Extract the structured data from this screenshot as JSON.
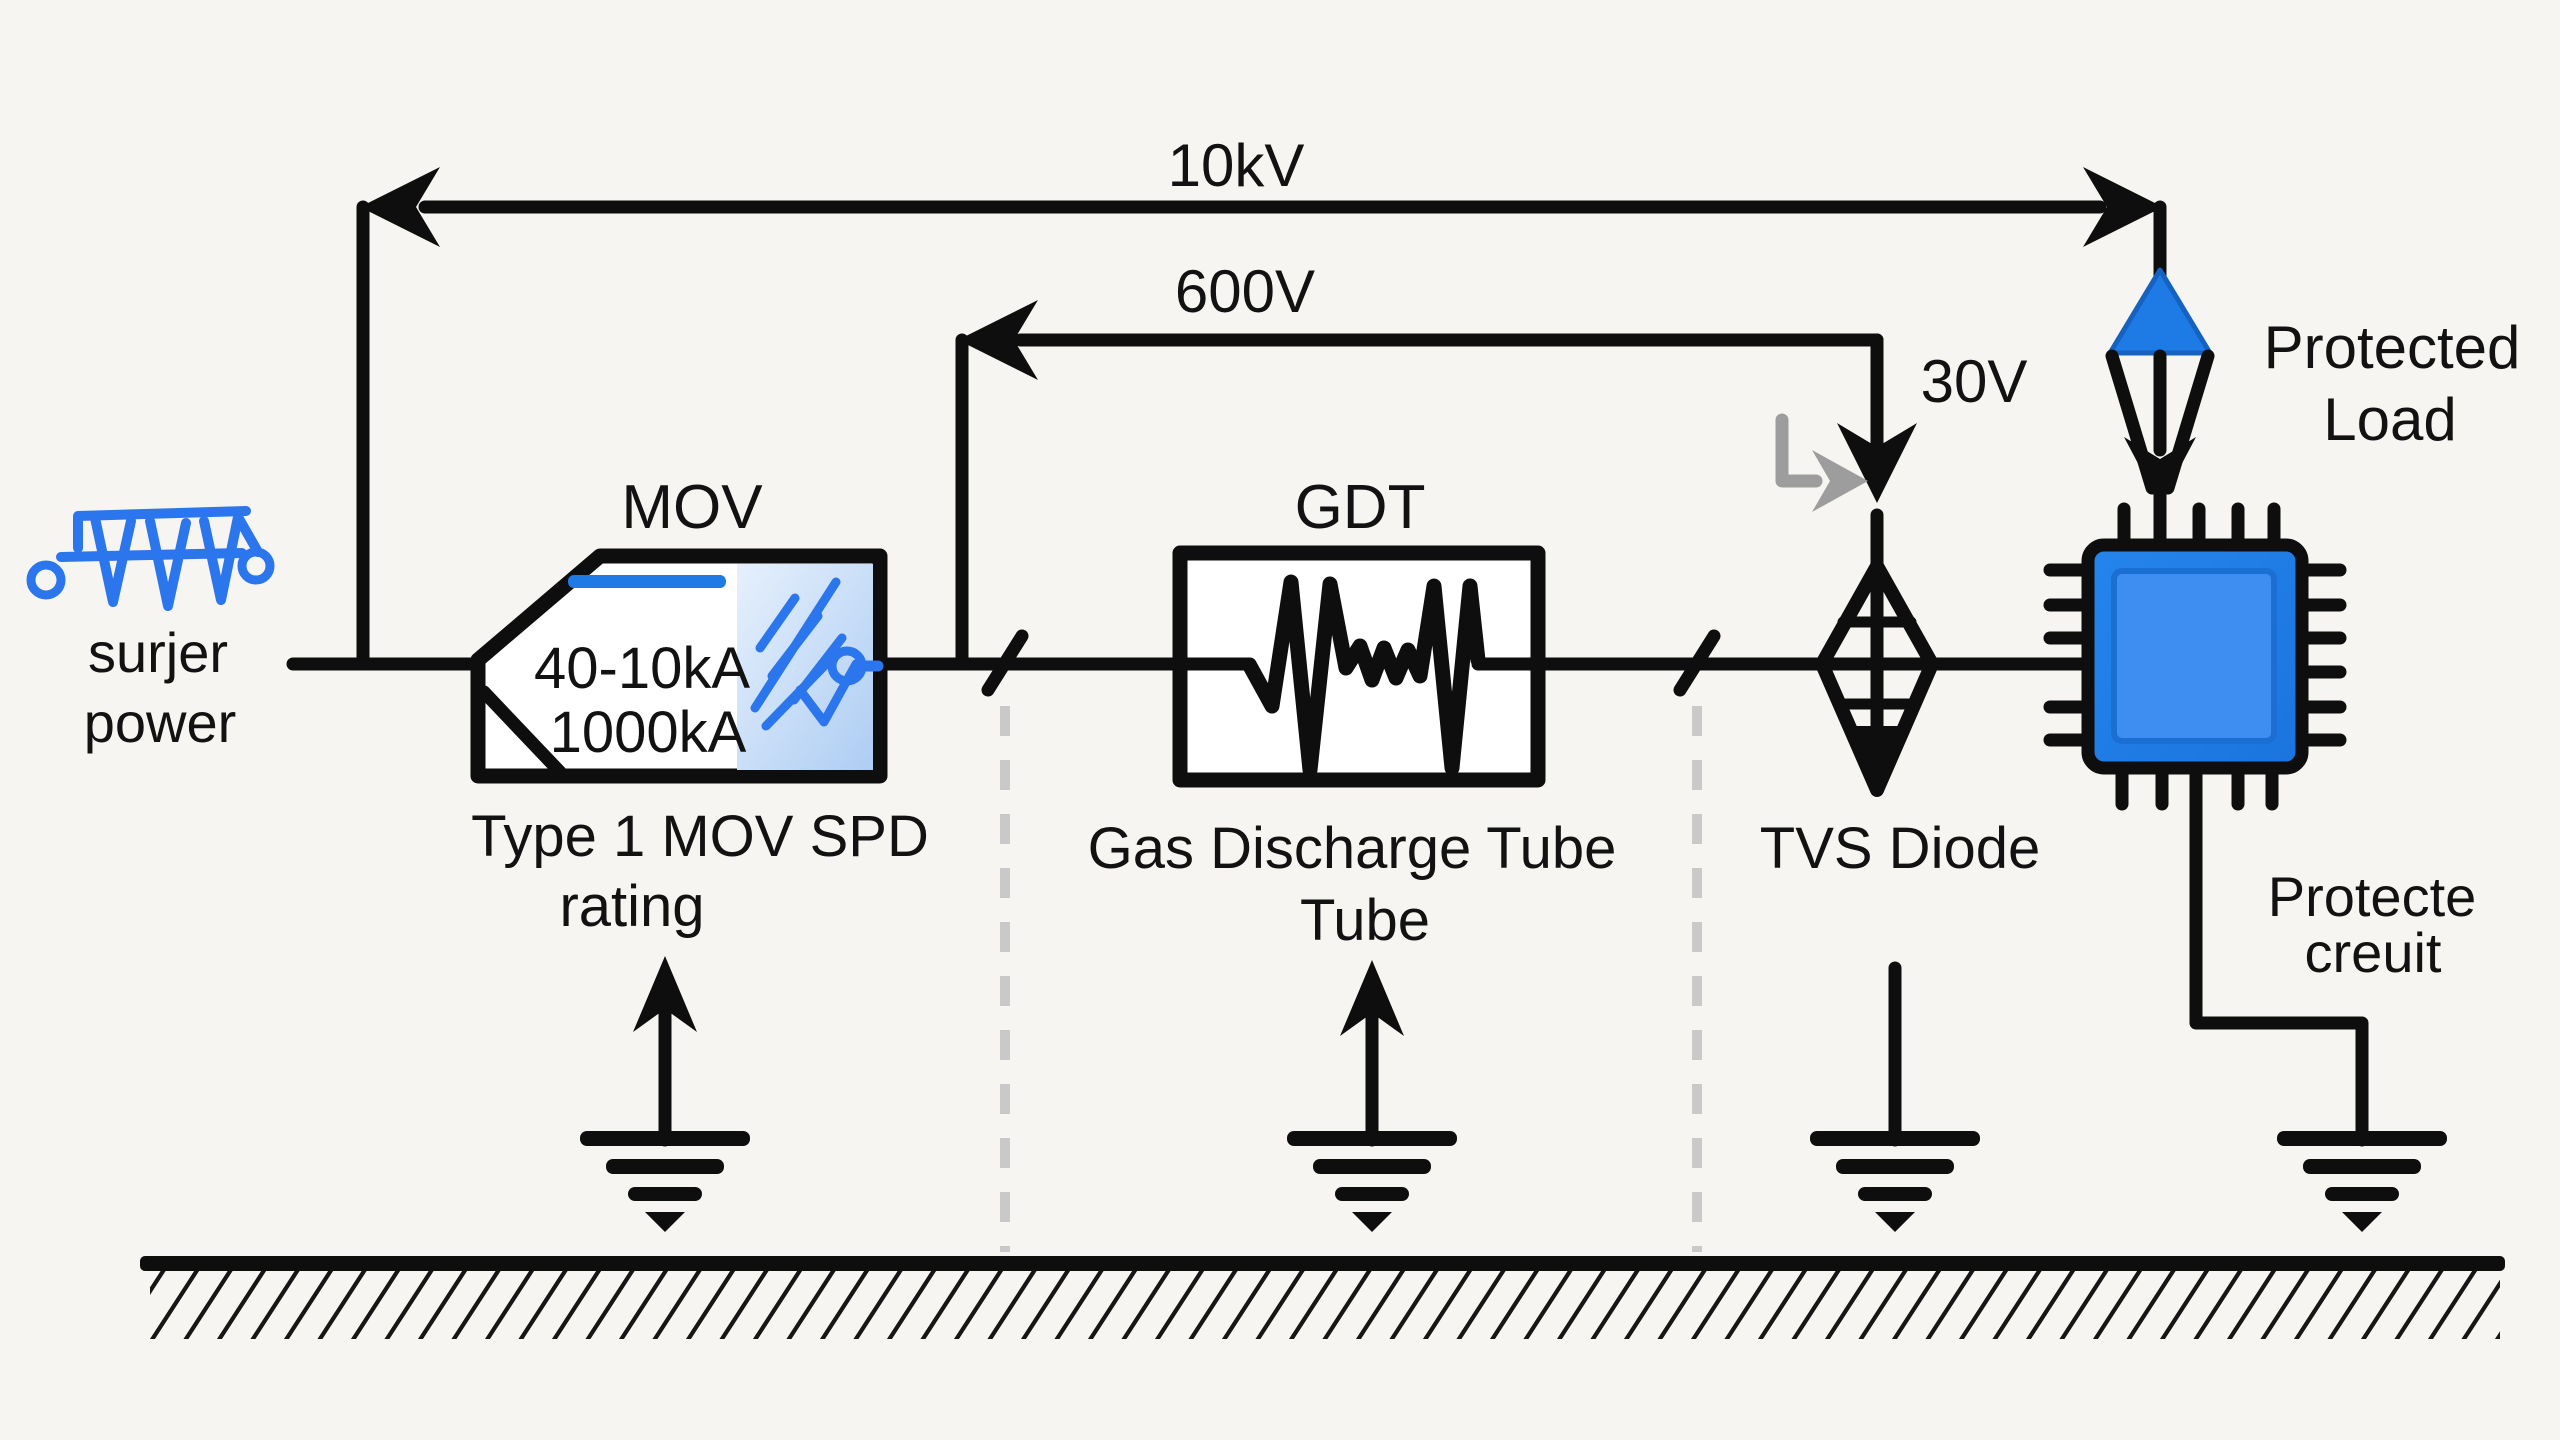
{
  "title": "Cascaded surge protection circuit diagram",
  "colors": {
    "background": "#f7f5f1",
    "line_black": "#0e0e0e",
    "accent_blue": "#1e7be6",
    "chip_inner_blue": "#3e8ef2",
    "panel_light_blue": "#dce9fb",
    "panel_deep_blue": "#b2d0f4",
    "icon_blue": "#2b76ec",
    "gray_arrow": "#9d9d9d",
    "dashed_gray": "#c9c9c9"
  },
  "annotations": {
    "v10kv": "10kV",
    "v600v": "600V",
    "v30v": "30V"
  },
  "source": {
    "line1": "surjer",
    "line2": "power"
  },
  "mov": {
    "label": "MOV",
    "rating_line1": "40-10kA",
    "rating_line2": "1000kA",
    "caption_line1": "Type 1 MOV SPD",
    "caption_line2": "rating"
  },
  "gdt": {
    "label": "GDT",
    "caption_line1": "Gas Discharge Tube",
    "caption_line2": "Tube"
  },
  "tvs": {
    "caption": "TVS Diode"
  },
  "load": {
    "caption_line1": "Protected",
    "caption_line2": "Load"
  },
  "protected_circuit": {
    "caption_line1": "Protecte",
    "caption_line2": "creuit"
  }
}
